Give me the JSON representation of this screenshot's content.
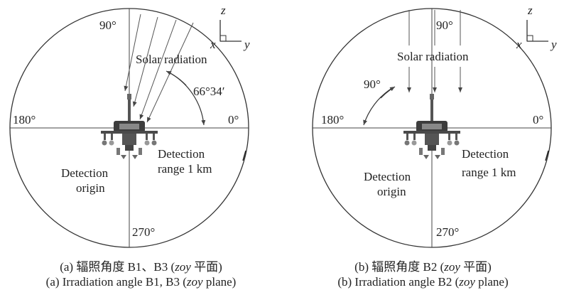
{
  "panel_a": {
    "angle_top": "90°",
    "angle_left": "180°",
    "angle_right": "0°",
    "angle_bottom": "270°",
    "axis_z": "z",
    "axis_x": "x",
    "axis_y": "y",
    "solar": "Solar radiation",
    "irradiation_angle": "66°34′",
    "range_line1": "Detection",
    "range_line2": "range 1 km",
    "origin_line1": "Detection",
    "origin_line2": "origin",
    "caption_cn_prefix": "(a) 辐照角度 B1、B3 (",
    "caption_cn_italic": "zoy",
    "caption_cn_suffix": " 平面)",
    "caption_en_prefix": "(a) Irradiation angle B1, B3 (",
    "caption_en_italic": "zoy",
    "caption_en_suffix": " plane)"
  },
  "panel_b": {
    "angle_top": "90°",
    "angle_left": "180°",
    "angle_right": "0°",
    "angle_bottom": "270°",
    "axis_z": "z",
    "axis_x": "x",
    "axis_y": "y",
    "solar": "Solar radiation",
    "irradiation_angle": "90°",
    "range_line1": "Detection",
    "range_line2": "range 1 km",
    "origin_line1": "Detection",
    "origin_line2": "origin",
    "caption_cn_prefix": "(b) 辐照角度 B2 (",
    "caption_cn_italic": "zoy",
    "caption_cn_suffix": " 平面)",
    "caption_en_prefix": "(b) Irradiation angle B2 (",
    "caption_en_italic": "zoy",
    "caption_en_suffix": " plane)"
  }
}
